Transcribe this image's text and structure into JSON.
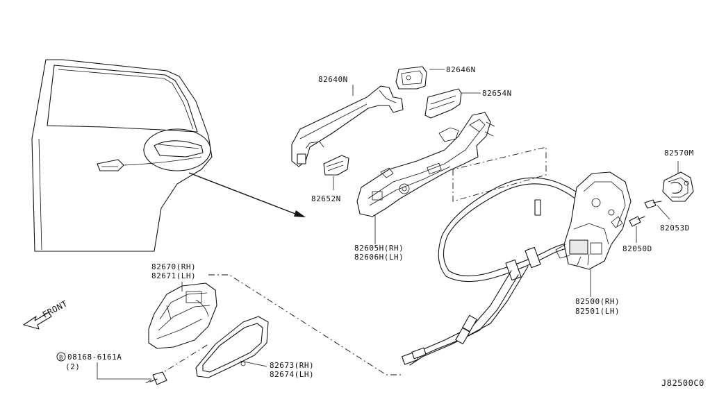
{
  "labels": {
    "p82640N": "82640N",
    "p82646N": "82646N",
    "p82654N": "82654N",
    "p82652N": "82652N",
    "p82605H": "82605H(RH)",
    "p82606H": "82606H(LH)",
    "p82570M": "82570M",
    "p82053D": "82053D",
    "p82050D": "82050D",
    "p82500": "82500(RH)",
    "p82501": "82501(LH)",
    "p82670": "82670(RH)",
    "p82671": "82671(LH)",
    "p82673": "82673(RH)",
    "p82674": "82674(LH)",
    "bolt_code": "08168-6161A",
    "bolt_circle": "B",
    "bolt_qty": "(2)",
    "front": "FRONT",
    "diagram_id": "J82500C0"
  }
}
